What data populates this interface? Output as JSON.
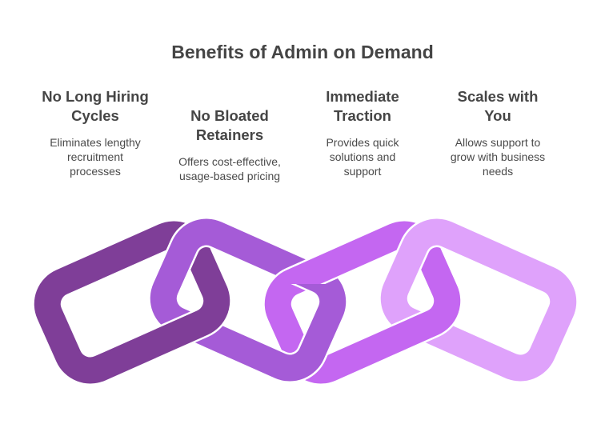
{
  "title": "Benefits of Admin on Demand",
  "benefits": [
    {
      "heading_line1": "No Long Hiring",
      "heading_line2": "Cycles",
      "description_line1": "Eliminates lengthy",
      "description_line2": "recruitment",
      "description_line3": "processes"
    },
    {
      "heading_line1": "No Bloated",
      "heading_line2": "Retainers",
      "description_line1": "Offers cost-effective,",
      "description_line2": "usage-based pricing",
      "description_line3": ""
    },
    {
      "heading_line1": "Immediate",
      "heading_line2": "Traction",
      "description_line1": "Provides quick",
      "description_line2": "solutions and",
      "description_line3": "support"
    },
    {
      "heading_line1": "Scales with",
      "heading_line2": "You",
      "description_line1": "Allows support to",
      "description_line2": "grow with business",
      "description_line3": "needs"
    }
  ],
  "colors": {
    "link1": "#7f3e98",
    "link2": "#a55bd7",
    "link3": "#c467f1",
    "link4": "#dfa2fb"
  }
}
